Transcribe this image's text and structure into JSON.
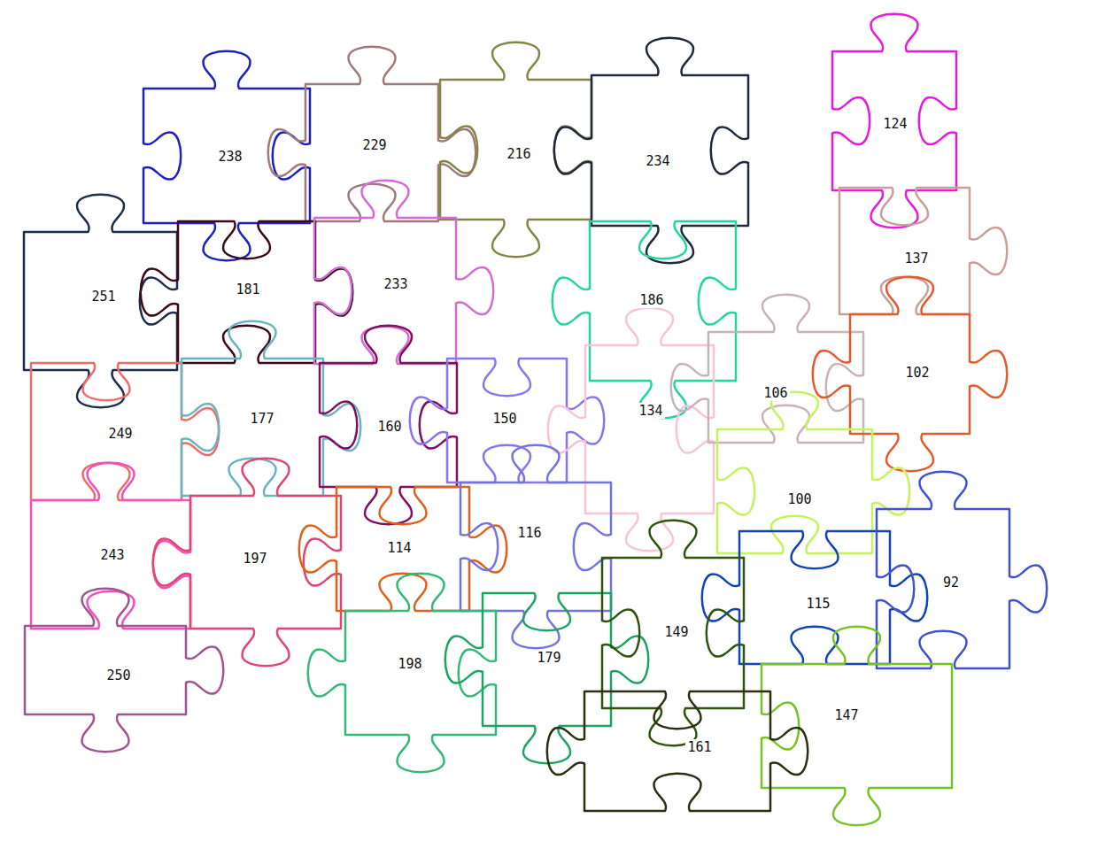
{
  "diagram": {
    "nodes": [
      {
        "text": [
          "238"
        ]
      },
      {
        "text": [
          "229"
        ]
      },
      {
        "text": [
          "216"
        ]
      },
      {
        "text": [
          "234"
        ]
      },
      {
        "text": [
          "124"
        ]
      },
      {
        "text": [
          "251"
        ]
      },
      {
        "text": [
          "181"
        ]
      },
      {
        "text": [
          "233"
        ]
      },
      {
        "text": [
          "186"
        ]
      },
      {
        "text": [
          "137"
        ]
      },
      {
        "text": [
          "249"
        ]
      },
      {
        "text": [
          "177"
        ]
      },
      {
        "text": [
          "160"
        ]
      },
      {
        "text": [
          "150"
        ]
      },
      {
        "text": [
          "134"
        ]
      },
      {
        "text": [
          "106"
        ]
      },
      {
        "text": [
          "102"
        ]
      },
      {
        "text": [
          "243"
        ]
      },
      {
        "text": [
          "197"
        ]
      },
      {
        "text": [
          "114"
        ]
      },
      {
        "text": [
          "116"
        ]
      },
      {
        "text": [
          "100"
        ]
      },
      {
        "text": [
          "115"
        ]
      },
      {
        "text": [
          "92"
        ]
      },
      {
        "text": [
          "250"
        ]
      },
      {
        "text": [
          "198"
        ]
      },
      {
        "text": [
          "179"
        ]
      },
      {
        "text": [
          "149"
        ]
      },
      {
        "text": [
          "147"
        ]
      },
      {
        "text": [
          "161"
        ]
      }
    ]
  }
}
